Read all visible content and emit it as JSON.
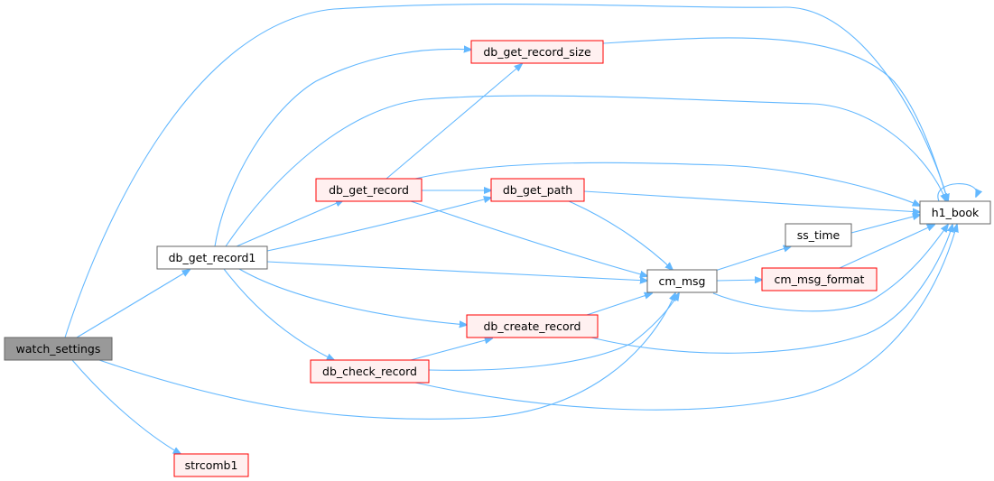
{
  "colors": {
    "edge": "#63b8ff",
    "node_border": "#666666",
    "node_fill": "#ffffff",
    "root_fill": "#999999",
    "root_border": "#666666",
    "truncated_border": "#ff0000",
    "truncated_fill": "#fff0f0"
  },
  "nodes": [
    {
      "id": "watch_settings",
      "label": "watch_settings",
      "style": "root"
    },
    {
      "id": "db_get_record1",
      "label": "db_get_record1",
      "style": "normal"
    },
    {
      "id": "db_get_record_size",
      "label": "db_get_record_size",
      "style": "truncated"
    },
    {
      "id": "db_get_record",
      "label": "db_get_record",
      "style": "truncated"
    },
    {
      "id": "db_get_path",
      "label": "db_get_path",
      "style": "truncated"
    },
    {
      "id": "db_create_record",
      "label": "db_create_record",
      "style": "truncated"
    },
    {
      "id": "db_check_record",
      "label": "db_check_record",
      "style": "truncated"
    },
    {
      "id": "strcomb1",
      "label": "strcomb1",
      "style": "truncated"
    },
    {
      "id": "cm_msg",
      "label": "cm_msg",
      "style": "normal"
    },
    {
      "id": "ss_time",
      "label": "ss_time",
      "style": "normal"
    },
    {
      "id": "cm_msg_format",
      "label": "cm_msg_format",
      "style": "truncated"
    },
    {
      "id": "h1_book",
      "label": "h1_book",
      "style": "normal"
    }
  ],
  "edges": [
    {
      "from": "watch_settings",
      "to": "db_get_record1"
    },
    {
      "from": "watch_settings",
      "to": "h1_book"
    },
    {
      "from": "watch_settings",
      "to": "cm_msg"
    },
    {
      "from": "watch_settings",
      "to": "strcomb1"
    },
    {
      "from": "db_get_record1",
      "to": "db_get_record_size"
    },
    {
      "from": "db_get_record1",
      "to": "h1_book"
    },
    {
      "from": "db_get_record1",
      "to": "db_get_record"
    },
    {
      "from": "db_get_record1",
      "to": "db_get_path"
    },
    {
      "from": "db_get_record1",
      "to": "cm_msg"
    },
    {
      "from": "db_get_record1",
      "to": "db_create_record"
    },
    {
      "from": "db_get_record1",
      "to": "db_check_record"
    },
    {
      "from": "db_get_record_size",
      "to": "h1_book"
    },
    {
      "from": "db_get_record",
      "to": "db_get_record_size"
    },
    {
      "from": "db_get_record",
      "to": "h1_book"
    },
    {
      "from": "db_get_record",
      "to": "db_get_path"
    },
    {
      "from": "db_get_record",
      "to": "cm_msg"
    },
    {
      "from": "db_get_path",
      "to": "h1_book"
    },
    {
      "from": "db_get_path",
      "to": "cm_msg"
    },
    {
      "from": "db_create_record",
      "to": "cm_msg"
    },
    {
      "from": "db_create_record",
      "to": "h1_book"
    },
    {
      "from": "db_check_record",
      "to": "db_create_record"
    },
    {
      "from": "db_check_record",
      "to": "cm_msg"
    },
    {
      "from": "db_check_record",
      "to": "h1_book"
    },
    {
      "from": "cm_msg",
      "to": "ss_time"
    },
    {
      "from": "cm_msg",
      "to": "cm_msg_format"
    },
    {
      "from": "cm_msg",
      "to": "h1_book"
    },
    {
      "from": "ss_time",
      "to": "h1_book"
    },
    {
      "from": "cm_msg_format",
      "to": "h1_book"
    },
    {
      "from": "h1_book",
      "to": "h1_book"
    }
  ]
}
